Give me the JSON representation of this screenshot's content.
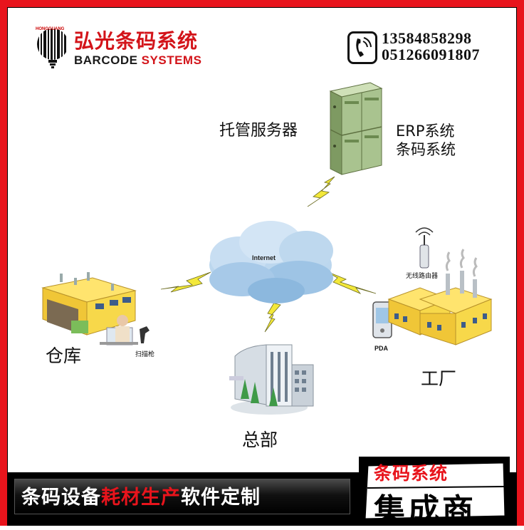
{
  "header": {
    "logo_tiny": "HONGGUANG",
    "brand_cn": "弘光条码系统",
    "brand_en_1": "BARCODE ",
    "brand_en_2": "SYSTEMS",
    "phone_1": "13584858298",
    "phone_2": "051266091807"
  },
  "diagram": {
    "server_label": "托管服务器",
    "erp_line_1": "ERP系统",
    "erp_line_2": "条码系统",
    "internet_label": "Internet",
    "warehouse_label": "仓库",
    "scanner_label": "扫描枪",
    "hq_label": "总部",
    "factory_label": "工厂",
    "router_label": "无线路由器",
    "pda_label": "PDA"
  },
  "footer": {
    "slogan_1": "条码设备",
    "slogan_2": "耗材生产",
    "slogan_3": "软件定制",
    "badge_top": "条码系统",
    "badge_bottom": "集成商"
  },
  "colors": {
    "brand_red": "#e8141c",
    "server_green": "#9fb98a",
    "lightning_yellow": "#f0e43a",
    "building_yellow": "#f5d42a",
    "cloud_blue": "#9cc4e4"
  }
}
